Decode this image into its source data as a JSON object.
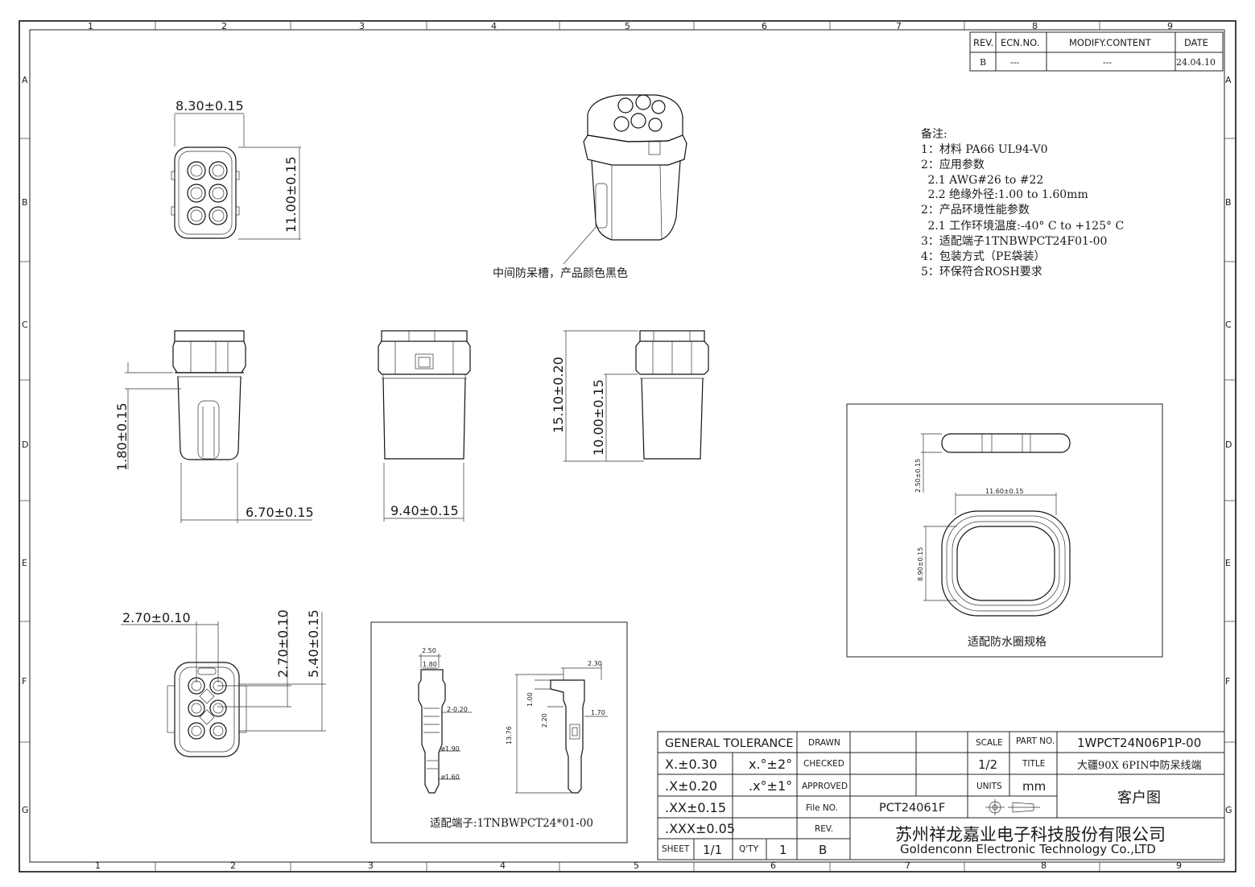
{
  "border": {
    "columns": [
      "1",
      "2",
      "3",
      "4",
      "5",
      "6",
      "7",
      "8",
      "9"
    ],
    "rows": [
      "A",
      "B",
      "C",
      "D",
      "E",
      "F",
      "G"
    ]
  },
  "revision": {
    "headers": [
      "REV.",
      "ECN.NO.",
      "MODIFY.CONTENT",
      "DATE"
    ],
    "row": [
      "B",
      "---",
      "---",
      "24.04.10"
    ]
  },
  "dims": {
    "top_w": "8.30±0.15",
    "top_h": "11.00±0.15",
    "side_1_80": "1.80±0.15",
    "side_6_70": "6.70±0.15",
    "front_9_40": "9.40±0.15",
    "right_15_10": "15.10±0.20",
    "right_10_00": "10.00±0.15",
    "bot_2_70w": "2.70±0.10",
    "bot_2_70h": "2.70±0.10",
    "bot_5_40": "5.40±0.15"
  },
  "iso_note": "中间防呆槽，产品颜色黑色",
  "notes": [
    "备注:",
    "1：材料 PA66 UL94-V0",
    "2：应用参数",
    " 2.1 AWG#26 to #22",
    " 2.2 绝缘外径:1.00 to 1.60mm",
    "2：产品环境性能参数",
    " 2.1 工作环境温度:-40° C to +125° C",
    "3：适配端子1TNBWPCT24F01-00",
    "4：包装方式（PE袋装）",
    "5：环保符合ROSH要求"
  ],
  "seal": {
    "label": "适配防水圈规格",
    "d_2_50": "2.50±0.15",
    "d_11_60": "11.60±0.15",
    "d_8_90": "8.90±0.15"
  },
  "terminal": {
    "label": "适配端子:1TNBWPCT24*01-00",
    "d_2_50": "2.50",
    "d_1_80": "1.80",
    "d_2_020": "2-0.20",
    "d_190": "ø1.90",
    "d_160": "ø1.60",
    "d_230": "2.30",
    "d_100": "1.00",
    "d_220": "2.20",
    "d_170": "1.70",
    "d_1376": "13.76"
  },
  "title_block": {
    "general_tolerance": "GENERAL TOLERANCE",
    "tol_x": "X.±0.30",
    "tol_xx": ".X±0.20",
    "tol_xxx": ".XX±0.15",
    "tol_xxxx": ".XXX±0.05",
    "ang_1": "x.°±2°",
    "ang_2": ".x°±1°",
    "drawn": "DRAWN",
    "checked": "CHECKED",
    "approved": "APPROVED",
    "file_no_label": "File NO.",
    "file_no": "PCT24061F",
    "rev_label": "REV.",
    "scale_label": "SCALE",
    "scale": "1/2",
    "units_label": "UNITS",
    "units": "mm",
    "part_no_label": "PART NO.",
    "part_no": "1WPCT24N06P1P-00",
    "title_label": "TITLE",
    "title": "大疆90X 6PIN中防呆线端",
    "customer": "客户图",
    "company_cn": "苏州祥龙嘉业电子科技股份有限公司",
    "company_en": "Goldenconn Electronic Technology Co.,LTD",
    "sheet_label": "SHEET",
    "sheet": "1/1",
    "qty_label": "Q'TY",
    "qty": "1",
    "rev": "B"
  }
}
